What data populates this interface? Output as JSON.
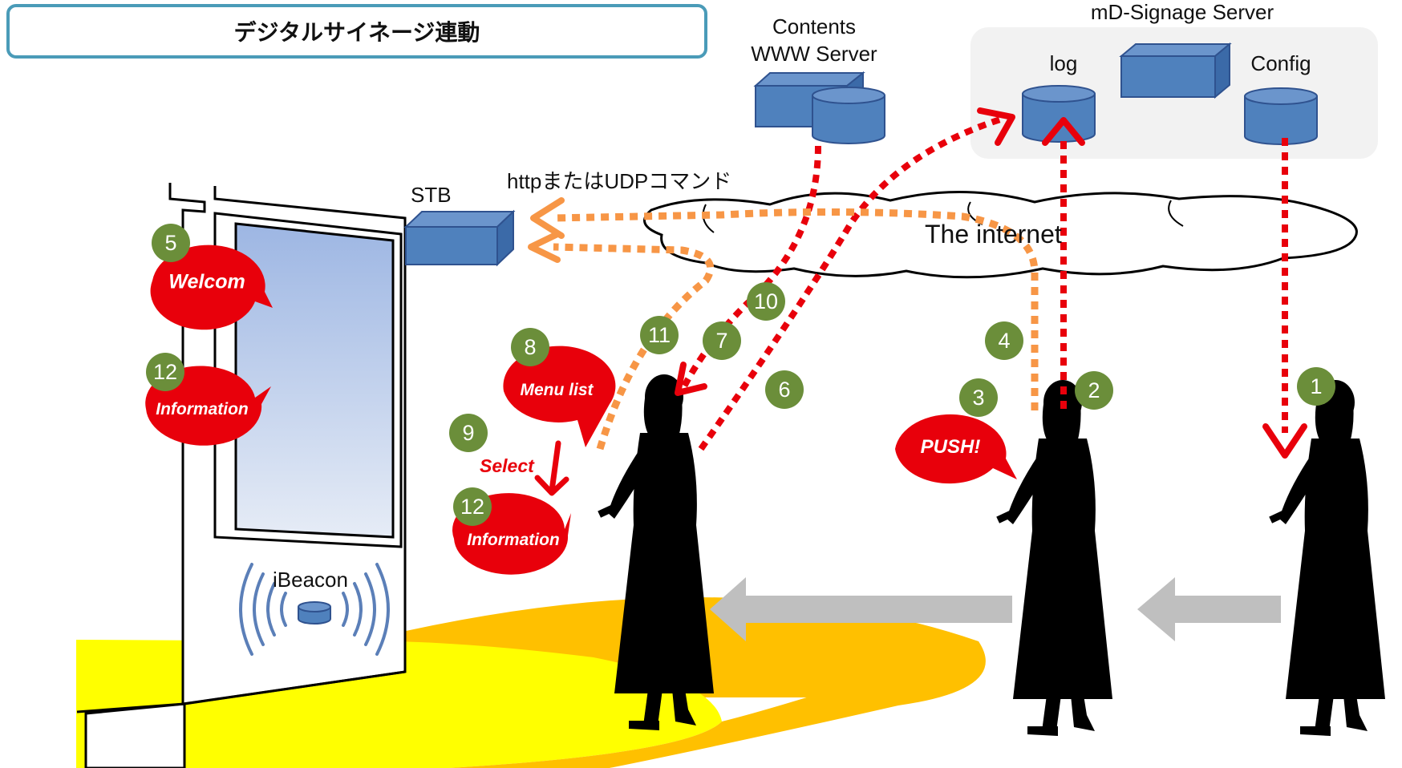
{
  "title": "デジタルサイネージ連動",
  "labels": {
    "contents_server_line1": "Contents",
    "contents_server_line2": "WWW Server",
    "signage_server": "mD-Signage Server",
    "log": "log",
    "config": "Config",
    "stb": "STB",
    "command": "httpまたはUDPコマンド",
    "internet": "The internet",
    "ibeacon": "iBeacon",
    "select": "Select"
  },
  "bubbles": {
    "welcome": "Welcom",
    "information_display": "Information",
    "menu_list": "Menu list",
    "information_phone": "Information",
    "push": "PUSH!"
  },
  "steps": [
    "1",
    "2",
    "3",
    "4",
    "5",
    "6",
    "7",
    "8",
    "9",
    "10",
    "11",
    "12",
    "12"
  ],
  "colors": {
    "accent_red": "#e8000b",
    "accent_orange": "#f79646",
    "step_green": "#6b8e3a",
    "server_blue": "#4f81bd",
    "floor_yellow": "#ffff00",
    "floor_orange": "#ffc000",
    "flow_gray": "#bfbfbf",
    "title_border": "#4a9bb8"
  }
}
